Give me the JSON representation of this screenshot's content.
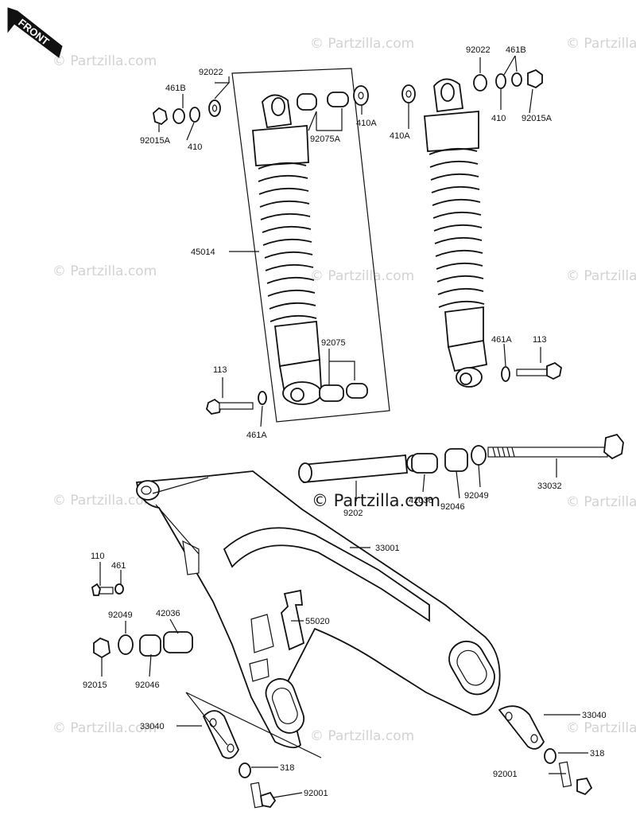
{
  "front_badge": "FRONT",
  "watermark": "© Partzilla.com",
  "center_watermark": "© Partzilla.com",
  "callouts": {
    "left_92022": "92022",
    "left_461B": "461B",
    "left_92015A": "92015A",
    "left_410": "410",
    "c_92075A": "92075A",
    "c_410A_a": "410A",
    "c_410A_b": "410A",
    "r_92022": "92022",
    "r_461B": "461B",
    "r_410": "410",
    "r_92015A": "92015A",
    "c_45014": "45014",
    "c_92075": "92075",
    "l_113": "113",
    "l_461A": "461A",
    "r_461A": "461A",
    "r_113": "113",
    "c_33032": "33032",
    "c_92049_r": "92049",
    "c_42036_r": "42036",
    "c_92046_r": "92046",
    "c_9202x": "9202",
    "c_33001": "33001",
    "c_110": "110",
    "c_461": "461",
    "c_92049_l": "92049",
    "c_42036_l": "42036",
    "c_55020": "55020",
    "c_92015": "92015",
    "c_92046_l": "92046",
    "c_33040_l": "33040",
    "c_318_l": "318",
    "c_92001_l": "92001",
    "c_33040_r": "33040",
    "c_318_r": "318",
    "c_92001_r": "92001"
  }
}
